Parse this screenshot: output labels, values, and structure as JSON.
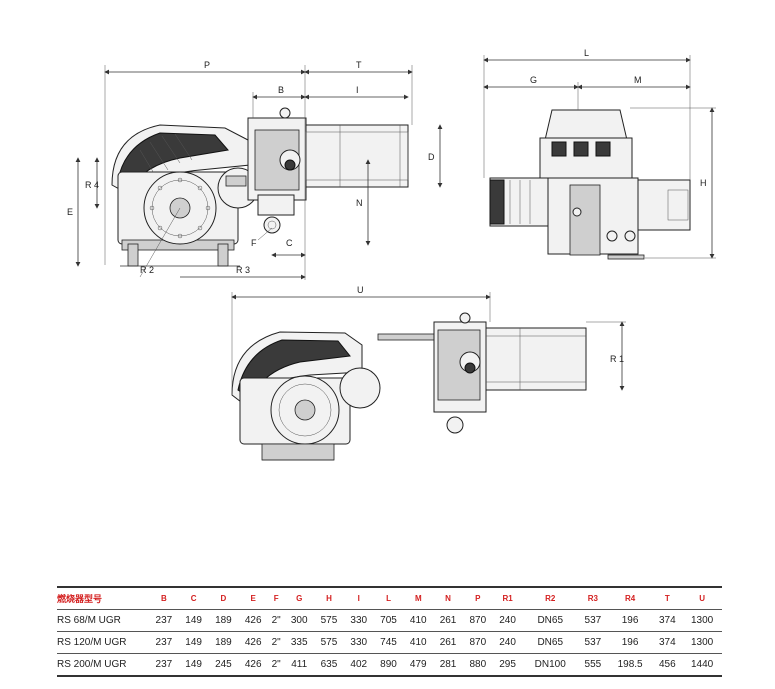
{
  "dimension_labels": {
    "P": "P",
    "B": "B",
    "T": "T",
    "I": "I",
    "D": "D",
    "R4": "R 4",
    "E": "E",
    "N": "N",
    "F": "F",
    "C": "C",
    "R2": "R 2",
    "R3": "R 3",
    "L": "L",
    "G": "G",
    "M": "M",
    "H": "H",
    "U": "U",
    "R1": "R 1"
  },
  "table": {
    "headers": [
      "燃烧器型号",
      "B",
      "C",
      "D",
      "E",
      "F",
      "G",
      "H",
      "I",
      "L",
      "M",
      "N",
      "P",
      "R1",
      "R2",
      "R3",
      "R4",
      "T",
      "U"
    ],
    "rows": [
      [
        "RS 68/M UGR",
        "237",
        "149",
        "189",
        "426",
        "2\"",
        "300",
        "575",
        "330",
        "705",
        "410",
        "261",
        "870",
        "240",
        "DN65",
        "537",
        "196",
        "374",
        "1300"
      ],
      [
        "RS 120/M UGR",
        "237",
        "149",
        "189",
        "426",
        "2\"",
        "335",
        "575",
        "330",
        "745",
        "410",
        "261",
        "870",
        "240",
        "DN65",
        "537",
        "196",
        "374",
        "1300"
      ],
      [
        "RS 200/M UGR",
        "237",
        "149",
        "245",
        "426",
        "2\"",
        "411",
        "635",
        "402",
        "890",
        "479",
        "281",
        "880",
        "295",
        "DN100",
        "555",
        "198.5",
        "456",
        "1440"
      ]
    ]
  }
}
